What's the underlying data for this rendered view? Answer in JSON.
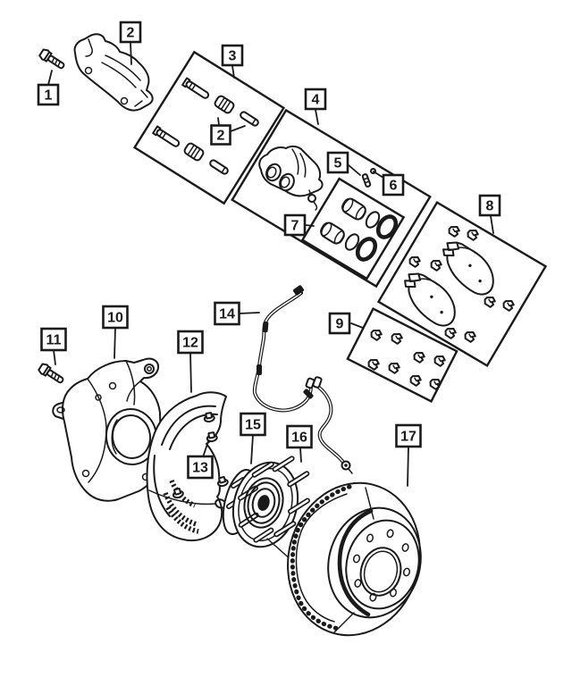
{
  "diagram": {
    "kind": "exploded-parts-line-drawing",
    "background_color": "#ffffff",
    "line_color": "#1a1a1a",
    "callouts": {
      "c1": {
        "label": "1"
      },
      "c2a": {
        "label": "2"
      },
      "c3": {
        "label": "3"
      },
      "c2b": {
        "label": "2"
      },
      "c4": {
        "label": "4"
      },
      "c5": {
        "label": "5"
      },
      "c6": {
        "label": "6"
      },
      "c7": {
        "label": "7"
      },
      "c8": {
        "label": "8"
      },
      "c9": {
        "label": "9"
      },
      "c10": {
        "label": "10"
      },
      "c11": {
        "label": "11"
      },
      "c12": {
        "label": "12"
      },
      "c13": {
        "label": "13"
      },
      "c14": {
        "label": "14"
      },
      "c15": {
        "label": "15"
      },
      "c16": {
        "label": "16"
      },
      "c17": {
        "label": "17"
      }
    }
  }
}
